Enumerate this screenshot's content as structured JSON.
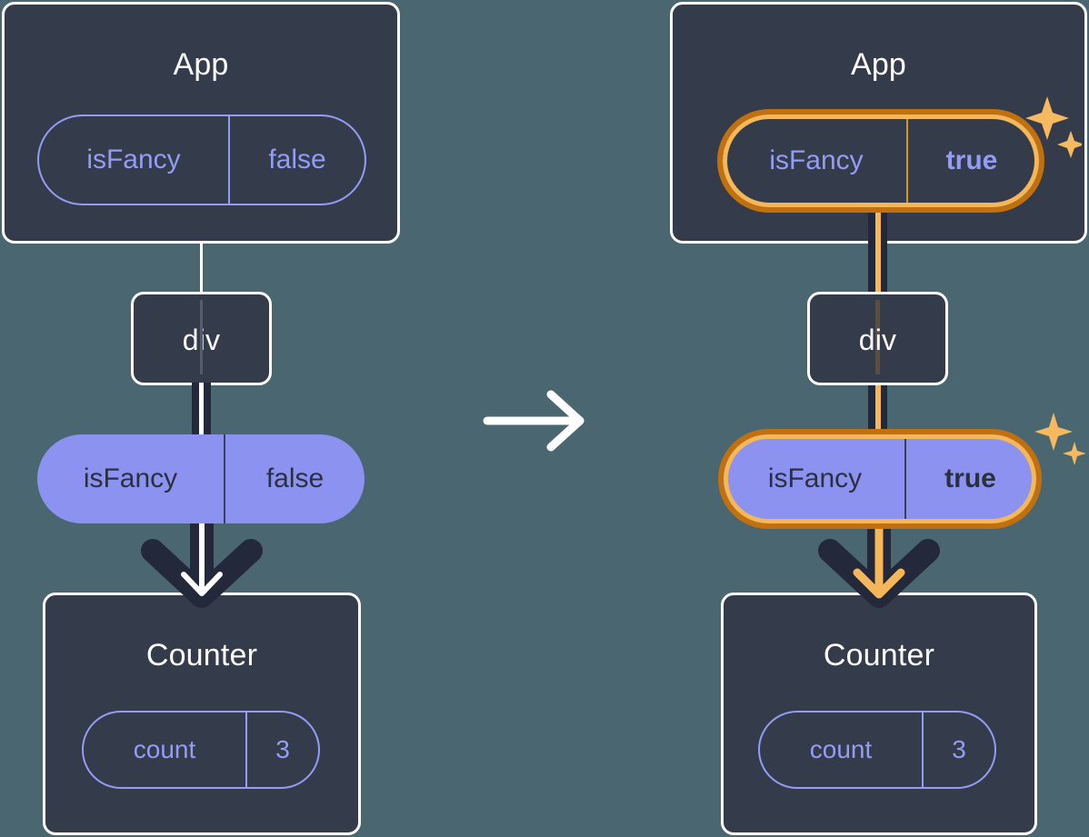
{
  "diagram": {
    "title_hidden": "",
    "transition_icon": "right-arrow-icon",
    "colors": {
      "background": "#4a6670",
      "node_fill": "#343b4a",
      "node_border": "#ffffff",
      "prop_purple": "#8b92f0",
      "prop_purple_outline": "#949cf5",
      "highlight_outer": "#c1700f",
      "highlight_inner": "#f5b759",
      "arrow_dark": "#23283a",
      "arrow_light": "#ffffff",
      "arrow_orange": "#f5b759"
    }
  },
  "left": {
    "app": {
      "title": "App",
      "prop": {
        "key": "isFancy",
        "value": "false"
      }
    },
    "div": {
      "label": "div"
    },
    "passed_prop": {
      "key": "isFancy",
      "value": "false"
    },
    "counter": {
      "title": "Counter",
      "state": {
        "key": "count",
        "value": "3"
      }
    }
  },
  "right": {
    "app": {
      "title": "App",
      "prop": {
        "key": "isFancy",
        "value": "true"
      },
      "highlighted": true,
      "sparkle": "sparkles-icon"
    },
    "div": {
      "label": "div"
    },
    "passed_prop": {
      "key": "isFancy",
      "value": "true",
      "highlighted": true,
      "sparkle": "sparkles-icon"
    },
    "counter": {
      "title": "Counter",
      "state": {
        "key": "count",
        "value": "3"
      }
    }
  }
}
